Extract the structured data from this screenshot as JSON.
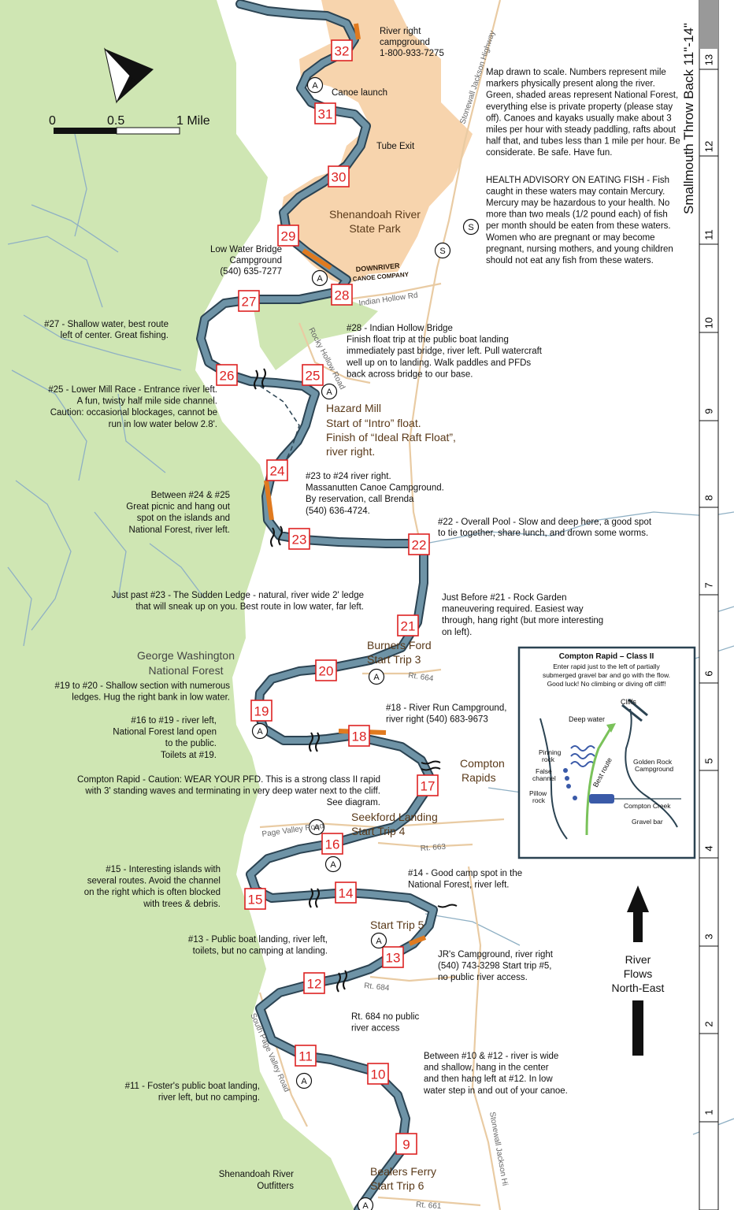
{
  "title_vertical": "Smallmouth Throw Back 11\"-14\"",
  "ruler_ticks": [
    "1",
    "2",
    "3",
    "4",
    "5",
    "6",
    "7",
    "8",
    "9",
    "10",
    "11",
    "12",
    "13"
  ],
  "north": "N",
  "scale": {
    "labels": [
      "0",
      "0.5",
      "1 Mile"
    ]
  },
  "legend_text": "Map drawn to scale.  Numbers represent mile markers physically present along the river. Green, shaded areas represent National Forest, everything else is private property (please stay off).  Canoes and kayaks usually make about 3 miles per hour with steady paddling, rafts about half that, and tubes less than 1 mile per hour.  Be considerate.  Be safe.  Have fun.",
  "health_text": "HEALTH ADVISORY ON EATING FISH - Fish caught in these waters may contain Mercury. Mercury may be hazardous to your health. No more than two meals (1/2 pound each) of fish per month should be eaten from these waters.  Women who are pregnant or may become pregnant, nursing mothers, and young children should not eat any fish from these waters.",
  "access_symbol": "A",
  "store_symbol": "S",
  "logo_text": [
    "DOWNRIVER",
    "CANOE COMPANY"
  ],
  "mile_markers": [
    "9",
    "10",
    "11",
    "12",
    "13",
    "14",
    "15",
    "16",
    "17",
    "18",
    "19",
    "20",
    "21",
    "22",
    "23",
    "24",
    "25",
    "26",
    "27",
    "28",
    "29",
    "30",
    "31",
    "32"
  ],
  "places": {
    "state_park": [
      "Shenandoah River",
      "State Park"
    ],
    "gw_forest": [
      "George Washington",
      "National Forest"
    ],
    "hazard_mill": [
      "Hazard Mill",
      "Start of “Intro” float.",
      "Finish of “Ideal Raft Float”,",
      "river right."
    ],
    "burners_ford": [
      "Burners Ford",
      "Start Trip 3"
    ],
    "compton_rapids": [
      "Compton",
      "Rapids"
    ],
    "seekford": [
      "Seekford Landing",
      "Start Trip 4"
    ],
    "start_trip5": "Start Trip 5",
    "bealers": [
      "Bealers Ferry",
      "Start Trip 6"
    ],
    "outfitters": [
      "Shenandoah River",
      "Outfitters"
    ]
  },
  "roads": {
    "stonewall_top": "Stonewall Jackson Highway",
    "stonewall_bottom": "Stonewall Jackson Hi",
    "indian_hollow": "Indian Hollow Rd",
    "rocky_hollow": "Rocky Hollow Road",
    "page_valley": "Page Valley Road",
    "south_page_valley": "South Page Valley Road",
    "rt664": "Rt. 664",
    "rt663": "Rt. 663",
    "rt684": "Rt. 684",
    "rt661": "Rt. 661"
  },
  "notes": {
    "n32": [
      "River right",
      "campground",
      "1-800-933-7275"
    ],
    "canoe_launch": "Canoe launch",
    "tube_exit": "Tube Exit",
    "low_water": [
      "Low Water Bridge",
      "Campground",
      "(540) 635-7277"
    ],
    "n27": [
      "#27 - Shallow water, best route",
      "left of center.  Great fishing."
    ],
    "n28": [
      "#28 - Indian Hollow Bridge",
      "Finish float trip at the public boat landing",
      "immediately past bridge, river left.  Pull watercraft",
      "well up on to landing.  Walk paddles and PFDs",
      "back across bridge to our base."
    ],
    "n25": [
      "#25 - Lower Mill Race - Entrance river left.",
      "A fun, twisty half mile side channel.",
      "Caution: occasional blockages, cannot be",
      "run in low water below 2.8'."
    ],
    "n23_24": [
      "#23 to #24 river right.",
      "Massanutten Canoe Campground.",
      "By reservation, call Brenda",
      "(540) 636-4724."
    ],
    "n24_25": [
      "Between #24 & #25",
      "Great picnic and hang out",
      "spot on the islands and",
      "National Forest, river left."
    ],
    "n22": [
      "#22 - Overall Pool - Slow and deep here, a good spot",
      "to tie together, share lunch, and drown some worms."
    ],
    "n23": [
      "Just past #23 - The Sudden Ledge - natural, river wide 2' ledge",
      "that will sneak up on you.  Best route in low water, far left."
    ],
    "n21": [
      "Just Before #21 - Rock Garden",
      "maneuvering required. Easiest way",
      "through, hang right (but more interesting",
      "on left)."
    ],
    "n19_20": [
      "#19 to #20 - Shallow section with numerous",
      "ledges.  Hug the right bank in low water."
    ],
    "n18": [
      "#18 - River Run Campground,",
      "river right (540) 683-9673"
    ],
    "n16_19": [
      "#16 to #19 - river left,",
      "National Forest land open",
      "to the public.",
      "Toilets at #19."
    ],
    "compton": [
      "Compton Rapid - Caution: WEAR YOUR PFD.  This is a strong class II rapid",
      "with 3' standing waves and terminating in very deep water next to the cliff.",
      "See diagram."
    ],
    "n15": [
      "#15 - Interesting islands with",
      "several routes. Avoid the channel",
      "on the right which is often blocked",
      "with trees & debris."
    ],
    "n14": [
      "#14 - Good camp spot in the",
      "National Forest, river left."
    ],
    "n13": [
      "#13 - Public boat landing, river left,",
      "toilets, but no camping at landing."
    ],
    "jrs": [
      "JR's Campground, river right",
      "(540) 743-3298 Start trip #5,",
      "no public river access."
    ],
    "rt684_note": [
      "Rt. 684 no public",
      "river access"
    ],
    "n10_12": [
      "Between #10 & #12 - river is wide",
      "and shallow, hang in the center",
      "and then hang left at #12. In low",
      "water step in and out of your canoe."
    ],
    "n11": [
      "#11 - Foster's public boat landing,",
      "river left, but no camping."
    ]
  },
  "inset": {
    "title": "Compton Rapid – Class II",
    "text": [
      "Enter rapid just to the left of partially",
      "submerged gravel bar and go with the flow.",
      "Good luck! No climbing or diving off cliff!"
    ],
    "labels": {
      "cliffs": "Cliffs",
      "deep_water": "Deep water",
      "pinning": [
        "Pinning",
        "rock"
      ],
      "false_channel": [
        "False",
        "channel"
      ],
      "pillow": [
        "Pillow",
        "rock"
      ],
      "best_route": "Best route",
      "golden_rock": [
        "Golden Rock",
        "Campground"
      ],
      "compton_creek": "Compton Creek",
      "gravel_bar": "Gravel bar"
    }
  },
  "flow": [
    "River",
    "Flows",
    "North-East"
  ],
  "colors": {
    "forest": "#cfe6b3",
    "park": "#f7d4ad",
    "river": "#6e93a6",
    "river_edge": "#2b4352",
    "marker": "#dd2222",
    "stream": "#8fb0c4",
    "road": "#e9cba3"
  }
}
